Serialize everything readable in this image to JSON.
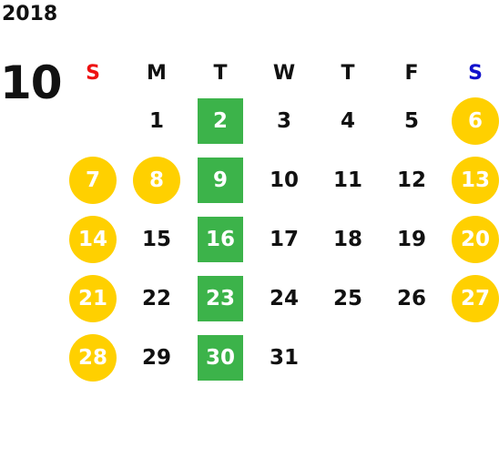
{
  "year": "2018",
  "month": "10",
  "weekdays": [
    {
      "label": "S",
      "color": "#ee1111"
    },
    {
      "label": "M"
    },
    {
      "label": "T"
    },
    {
      "label": "W"
    },
    {
      "label": "T"
    },
    {
      "label": "F"
    },
    {
      "label": "S",
      "color": "#1111cc"
    }
  ],
  "colors": {
    "holiday": "#ffd000",
    "highlight": "#3cb34a"
  },
  "weeks": [
    [
      null,
      {
        "day": "1"
      },
      {
        "day": "2",
        "style": "highlight"
      },
      {
        "day": "3"
      },
      {
        "day": "4"
      },
      {
        "day": "5"
      },
      {
        "day": "6",
        "style": "holiday"
      }
    ],
    [
      {
        "day": "7",
        "style": "holiday"
      },
      {
        "day": "8",
        "style": "holiday"
      },
      {
        "day": "9",
        "style": "highlight"
      },
      {
        "day": "10"
      },
      {
        "day": "11"
      },
      {
        "day": "12"
      },
      {
        "day": "13",
        "style": "holiday"
      }
    ],
    [
      {
        "day": "14",
        "style": "holiday"
      },
      {
        "day": "15"
      },
      {
        "day": "16",
        "style": "highlight"
      },
      {
        "day": "17"
      },
      {
        "day": "18"
      },
      {
        "day": "19"
      },
      {
        "day": "20",
        "style": "holiday"
      }
    ],
    [
      {
        "day": "21",
        "style": "holiday"
      },
      {
        "day": "22"
      },
      {
        "day": "23",
        "style": "highlight"
      },
      {
        "day": "24"
      },
      {
        "day": "25"
      },
      {
        "day": "26"
      },
      {
        "day": "27",
        "style": "holiday"
      }
    ],
    [
      {
        "day": "28",
        "style": "holiday"
      },
      {
        "day": "29"
      },
      {
        "day": "30",
        "style": "highlight"
      },
      {
        "day": "31"
      },
      null,
      null,
      null
    ]
  ]
}
